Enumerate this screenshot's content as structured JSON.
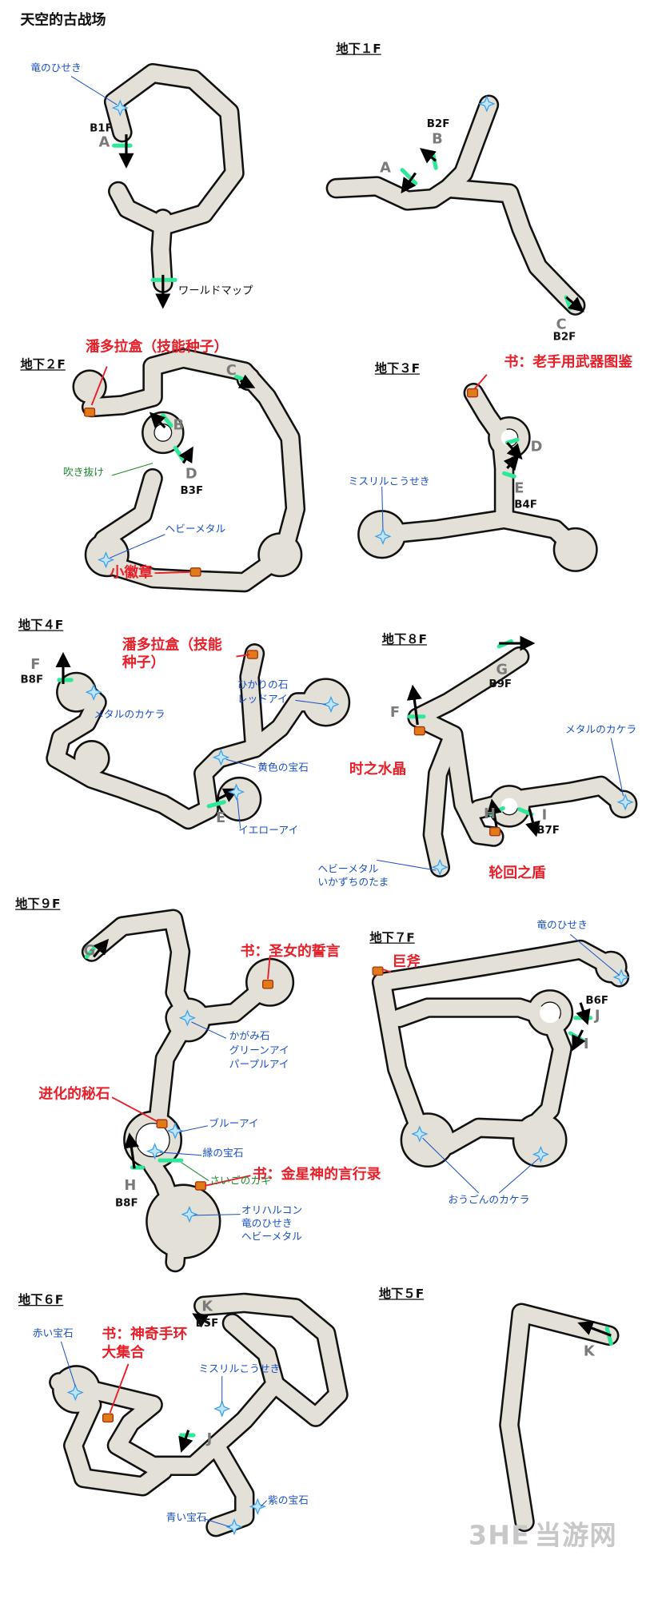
{
  "title": "天空的古战场",
  "surface": {
    "crystal_label": "竜のひせき",
    "floor": "B1F",
    "gate": "A",
    "exit": "ワールドマップ"
  },
  "b1": {
    "title": "地下１F",
    "floor_b": "B2F",
    "gate_b": "B",
    "gate_a": "A",
    "gate_c": "C",
    "floor_c": "B2F"
  },
  "b2": {
    "title": "地下２F",
    "chest1": "潘多拉盒（技能种子）",
    "gate_c": "C",
    "gate_b": "B",
    "gate_d": "D",
    "floor_d": "B3F",
    "shaft": "吹き抜け",
    "crystal1": "ヘビーメタル",
    "chest2": "小徽章"
  },
  "b3": {
    "title": "地下３F",
    "chest1": "书：老手用武器图鉴",
    "gate_d": "D",
    "gate_e": "E",
    "floor_e": "B4F",
    "crystal1": "ミスリルこうせき"
  },
  "b4": {
    "title": "地下４F",
    "gate_f": "F",
    "floor_f": "B8F",
    "chest1_l1": "潘多拉盒（技能",
    "chest1_l2": "种子）",
    "crystal1": "メタルのカケラ",
    "crystal2_l1": "ひかりの石",
    "crystal2_l2": "レッドアイ",
    "crystal3": "黄色の宝石",
    "gate_e": "E",
    "crystal4": "イエローアイ"
  },
  "b8": {
    "title": "地下８F",
    "gate_g": "G",
    "floor_g": "B9F",
    "gate_f": "F",
    "chest1": "时之水晶",
    "crystal1": "メタルのカケラ",
    "gate_h": "H",
    "gate_i": "I",
    "floor_i": "B7F",
    "crystal2_l1": "ヘビーメタル",
    "crystal2_l2": "いかずちのたま",
    "chest2": "轮回之盾"
  },
  "b9": {
    "title": "地下９F",
    "gate_g": "G",
    "chest1": "书：圣女的誓言",
    "crystal1_l1": "かがみ石",
    "crystal1_l2": "グリーンアイ",
    "crystal1_l3": "パープルアイ",
    "chest2": "进化的秘石",
    "crystal2": "ブルーアイ",
    "crystal3": "縁の宝石",
    "gate_h": "H",
    "floor_h": "B8F",
    "door": "さいごのカギ",
    "chest3": "书：金星神的言行录",
    "crystal4_l1": "オリハルコン",
    "crystal4_l2": "竜のひせき",
    "crystal4_l3": "ヘビーメタル"
  },
  "b7": {
    "title": "地下７F",
    "chest1": "巨斧",
    "crystal1": "竜のひせき",
    "floor_j": "B6F",
    "gate_j": "J",
    "gate_i": "I",
    "crystal2": "おうごんのカケラ"
  },
  "b6": {
    "title": "地下６F",
    "gate_k": "K",
    "floor_k": "B5F",
    "crystal1": "赤い宝石",
    "chest1_l1": "书：神奇手环",
    "chest1_l2": "大集合",
    "crystal2": "ミスリルこうせき",
    "gate_j": "J",
    "crystal3": "紫の宝石",
    "crystal4": "青い宝石"
  },
  "b5": {
    "title": "地下５F",
    "gate_k": "K"
  },
  "watermark": {
    "logo": "3HE",
    "name": "当游网"
  },
  "colors": {
    "cave_fill": "#e3e0d7",
    "cave_outline": "#111111",
    "gate": "#2ee89a",
    "item_red": "#e8202a",
    "label_blue": "#1a4fc4",
    "crystal": "#bfe6ff",
    "chest": "#e07a1a"
  }
}
